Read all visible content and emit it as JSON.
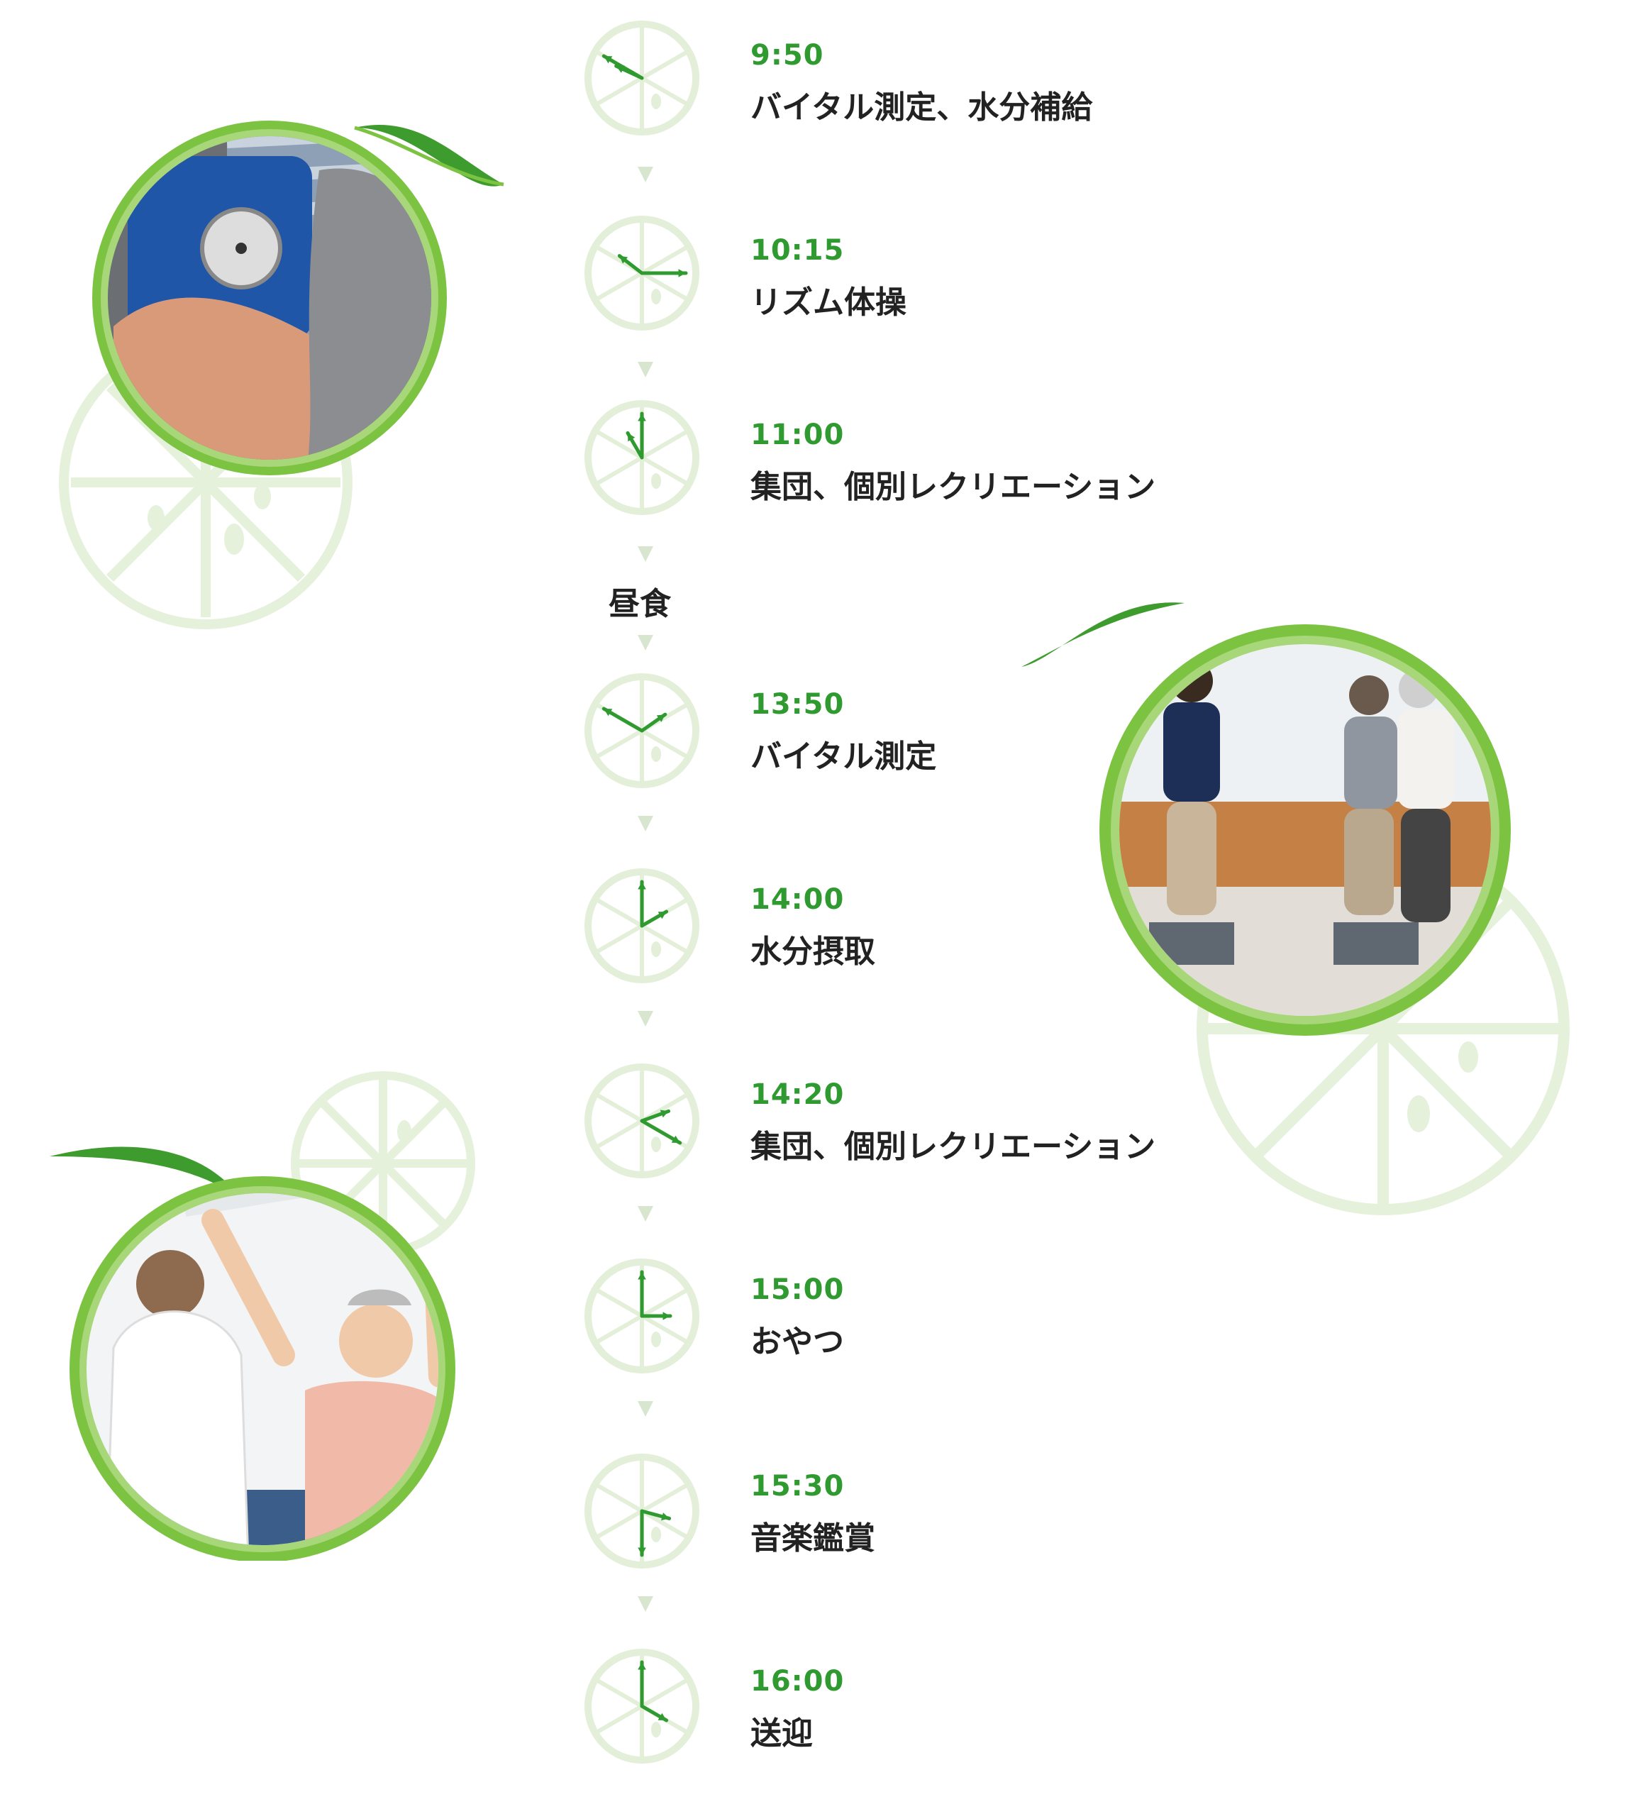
{
  "theme": {
    "accent": "#2f9a2f",
    "lime": "#7cc342",
    "pale_lime": "#d9ecc8"
  },
  "schedule": [
    {
      "time": "9:50",
      "label": "バイタル測定、水分補給",
      "clock_icon": "clock-icon-0950"
    },
    {
      "time": "10:15",
      "label": "リズム体操",
      "clock_icon": "clock-icon-1015"
    },
    {
      "time": "11:00",
      "label": "集団、個別レクリエーション",
      "clock_icon": "clock-icon-1100"
    },
    {
      "time": "13:50",
      "label": "バイタル測定",
      "clock_icon": "clock-icon-1350"
    },
    {
      "time": "14:00",
      "label": "水分摂取",
      "clock_icon": "clock-icon-1400"
    },
    {
      "time": "14:20",
      "label": "集団、個別レクリエーション",
      "clock_icon": "clock-icon-1420"
    },
    {
      "time": "15:00",
      "label": "おやつ",
      "clock_icon": "clock-icon-1500"
    },
    {
      "time": "15:30",
      "label": "音楽鑑賞",
      "clock_icon": "clock-icon-1530"
    },
    {
      "time": "16:00",
      "label": "送迎",
      "clock_icon": "clock-icon-1600"
    }
  ],
  "lunch": {
    "label": "昼食"
  },
  "photos": [
    {
      "name": "blood-pressure-photo",
      "icon": "blood-pressure-icon"
    },
    {
      "name": "step-exercise-photo",
      "icon": "step-exercise-icon"
    },
    {
      "name": "towel-stretch-photo",
      "icon": "towel-stretch-icon"
    }
  ]
}
